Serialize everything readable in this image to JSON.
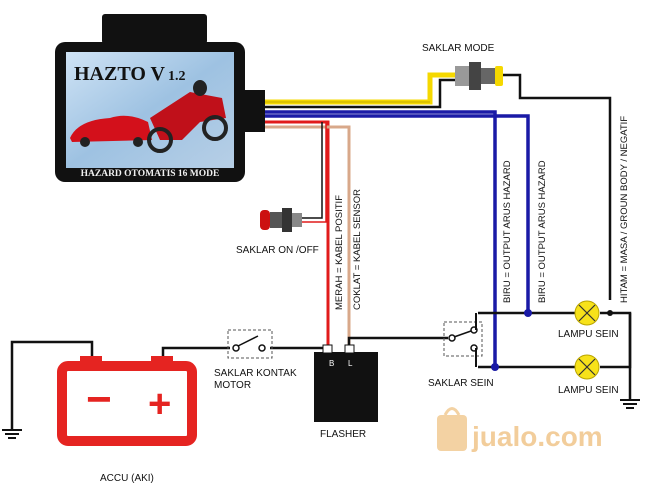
{
  "module": {
    "title": "HAZTO V",
    "version_sub": "1.2",
    "subtitle": "HAZARD OTOMATIS 16 MODE"
  },
  "labels": {
    "saklar_mode": "SAKLAR MODE",
    "saklar_onoff": "SAKLAR ON /OFF",
    "merah": "MERAH = KABEL POSITIF",
    "coklat": "COKLAT = KABEL SENSOR",
    "biru1": "BIRU = OUTPUT ARUS HAZARD",
    "biru2": "BIRU = OUTPUT ARUS HAZARD",
    "hitam": "HITAM = MASA / GROUN BODY / NEGATIF",
    "lampu1": "LAMPU SEIN",
    "lampu2": "LAMPU SEIN",
    "saklar_kontak_1": "SAKLAR KONTAK",
    "saklar_kontak_2": "MOTOR",
    "saklar_sein": "SAKLAR SEIN",
    "flasher": "FLASHER",
    "flasher_b": "B",
    "flasher_l": "L",
    "accu": "ACCU (AKI)",
    "battery_minus": "−",
    "battery_plus": "+"
  },
  "watermark": "jualo.com",
  "colors": {
    "red": "#e11b1b",
    "brown": "#d8a88a",
    "blue": "#1a1aa6",
    "yellow": "#f5d800",
    "black": "#111111",
    "battery": "#e52421",
    "lamp": "#f7e21a"
  }
}
